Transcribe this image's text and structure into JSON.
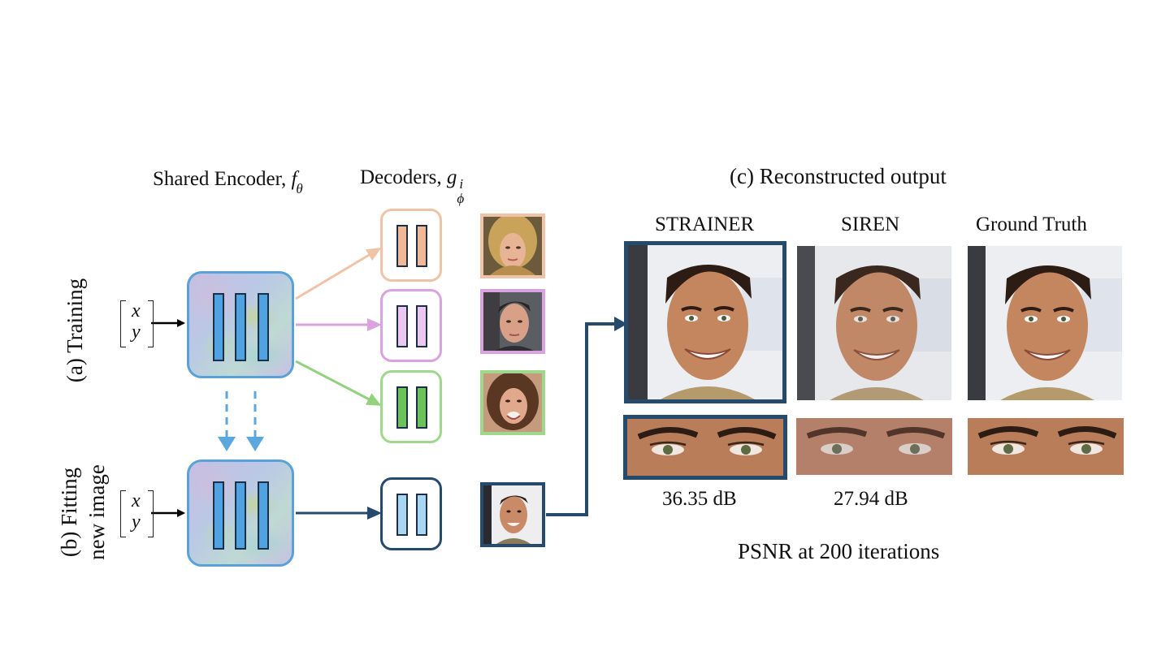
{
  "headers": {
    "encoder": "Shared Encoder, ",
    "encoder_sym": "f",
    "encoder_sub": "θ",
    "decoders": "Decoders, ",
    "decoders_sym": "g",
    "decoders_sup": "i",
    "decoders_sub": "ϕ",
    "reconstructed": "(c) Reconstructed output"
  },
  "rows": {
    "training": "(a) Training",
    "fitting_line1": "(b) Fitting",
    "fitting_line2": "new image"
  },
  "inputs": {
    "x": "x",
    "y": "y"
  },
  "columns": [
    {
      "name": "STRAINER",
      "psnr": "36.35 dB"
    },
    {
      "name": "SIREN",
      "psnr": "27.94 dB"
    },
    {
      "name": "Ground Truth",
      "psnr": ""
    }
  ],
  "caption": "PSNR at 200 iterations",
  "colors": {
    "decoder1": "#efc3a7",
    "decoder2": "#d9a3df",
    "decoder3": "#9fd78d",
    "decoder_new": "#264a6b",
    "encoder_border": "#5aa1d6",
    "bar_fill": "#4fa3e3",
    "dashed_arrow": "#5aa8dd"
  }
}
